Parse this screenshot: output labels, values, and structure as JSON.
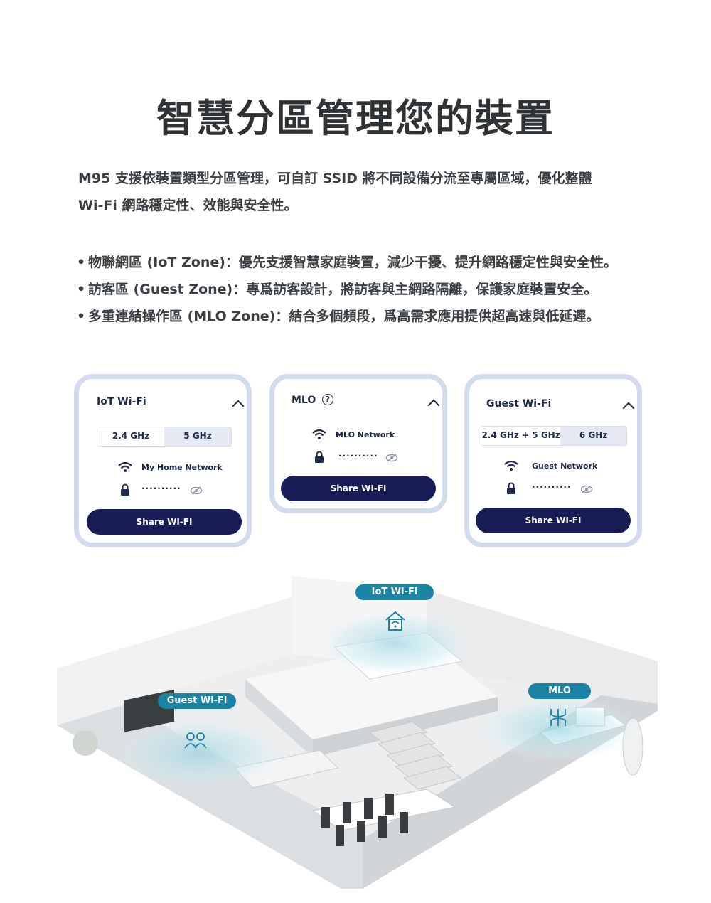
{
  "title": "智慧分區管理您的裝置",
  "intro": {
    "line1": "M95 支援依裝置類型分區管理，可自訂 SSID 將不同設備分流至專屬區域，優化整體",
    "line2": "Wi-Fi 網路穩定性、效能與安全性。"
  },
  "bullets": [
    "物聯網區 (IoT Zone)：優先支援智慧家庭裝置，減少干擾、提升網路穩定性與安全性。",
    "訪客區 (Guest Zone)：專爲訪客設計，將訪客與主網路隔離，保護家庭裝置安全。",
    "多重連結操作區 (MLO Zone)：結合多個頻段，爲高需求應用提供超高速與低延遲。"
  ],
  "cards": {
    "iot": {
      "title": "IoT Wi-Fi",
      "bands": [
        "2.4 GHz",
        "5 GHz"
      ],
      "selected_band": "2.4 GHz",
      "network": "My Home Network",
      "password": "··········",
      "share": "Share WI-FI"
    },
    "mlo": {
      "title": "MLO",
      "help": "?",
      "network": "MLO Network",
      "password": "··········",
      "share": "Share WI-FI"
    },
    "guest": {
      "title": "Guest Wi-Fi",
      "bands": [
        "2.4 GHz + 5 GHz",
        "6 GHz"
      ],
      "selected_band": "2.4 GHz + 5 GHz",
      "network": "Guest Network",
      "password": "··········",
      "share": "Share WI-FI"
    }
  },
  "zones": {
    "iot": "IoT Wi-Fi",
    "guest": "Guest Wi-Fi",
    "mlo": "MLO"
  },
  "colors": {
    "navy": "#181d55",
    "card_border": "#d3dcec",
    "zone_teal": "#1b83a3"
  }
}
